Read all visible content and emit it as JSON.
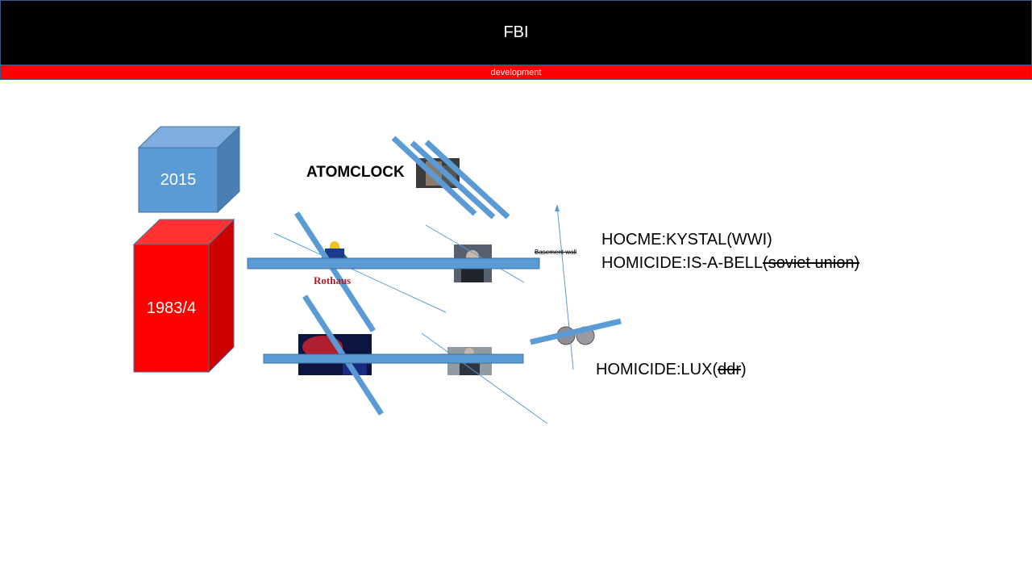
{
  "header": {
    "title": "FBI"
  },
  "subbar": {
    "label": "development"
  },
  "cubes": {
    "top": {
      "label": "2015",
      "front": "#5b9bd5",
      "top_face": "#7eaee0",
      "side": "#4a7fb5"
    },
    "bottom": {
      "label": "1983/4",
      "front": "#ff0000",
      "top_face": "#ff3333",
      "side": "#cc0000"
    }
  },
  "labels": {
    "atomclock": "ATOMCLOCK",
    "basement": "Basement wall",
    "line1": "HOCME:KYSTAL(WWI)",
    "line2_main": "HOMICIDE:IS-A-BELL",
    "line2_struck": "(soviet union)",
    "line3_main": "HOMICIDE:LUX(",
    "line3_struck": "ddr",
    "line3_end": ")",
    "logo_text": "Rothaus"
  },
  "colors": {
    "bar": "#5b9bd5",
    "bar_border": "#2e5f8a",
    "line": "#5b9bd5"
  }
}
